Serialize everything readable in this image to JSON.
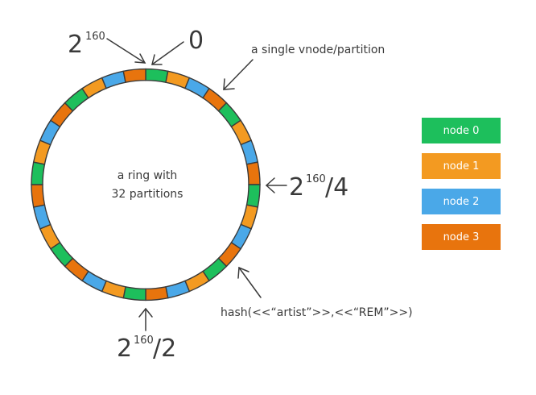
{
  "labels": {
    "top_left_base": "2",
    "top_left_exp": "160",
    "top_zero": "0",
    "single_vnode": "a single vnode/partition",
    "right_base": "2",
    "right_exp": "160",
    "right_suffix": "/4",
    "bottom_base": "2",
    "bottom_exp": "160",
    "bottom_suffix": "/2",
    "ring_text_line1": "a ring with",
    "ring_text_line2": "32 partitions",
    "hash_text": "hash(<<“artist”>>,<<“REM”>>)"
  },
  "legend": [
    {
      "label": "node 0",
      "color": "#1dbf5c"
    },
    {
      "label": "node 1",
      "color": "#f39a21"
    },
    {
      "label": "node 2",
      "color": "#4aa8e8"
    },
    {
      "label": "node 3",
      "color": "#e8740d"
    }
  ],
  "ring": {
    "partitions": 32,
    "colors": [
      "#1dbf5c",
      "#f39a21",
      "#4aa8e8",
      "#e8740d"
    ]
  }
}
